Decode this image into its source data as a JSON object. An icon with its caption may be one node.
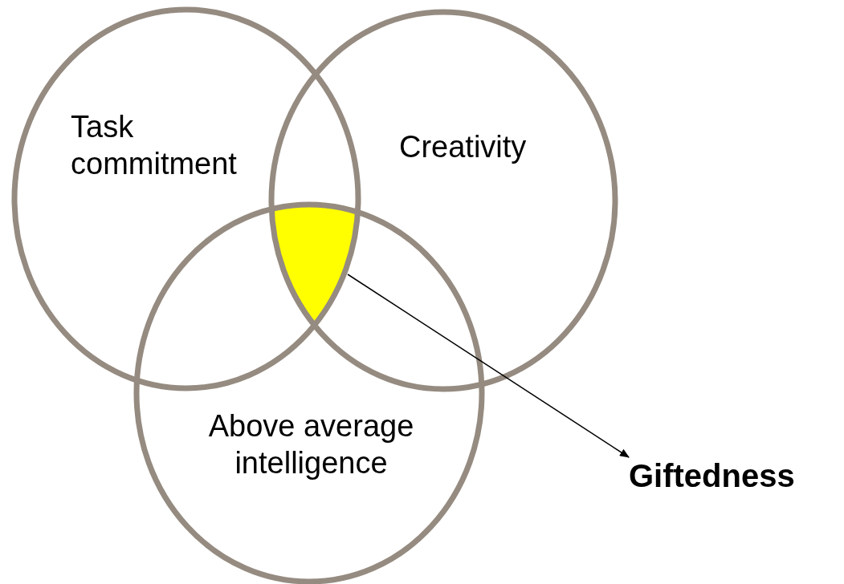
{
  "diagram": {
    "nodes": [
      {
        "text": [
          "Task commitment"
        ]
      },
      {
        "text": [
          "Creativity"
        ]
      },
      {
        "text": [
          "Above average intelligence"
        ]
      },
      {
        "text": [],
        "shape": "region"
      },
      {
        "text": [
          "Giftedness"
        ]
      }
    ],
    "edges": [
      {
        "from": 3,
        "to": 4,
        "arrow": "to"
      }
    ]
  }
}
